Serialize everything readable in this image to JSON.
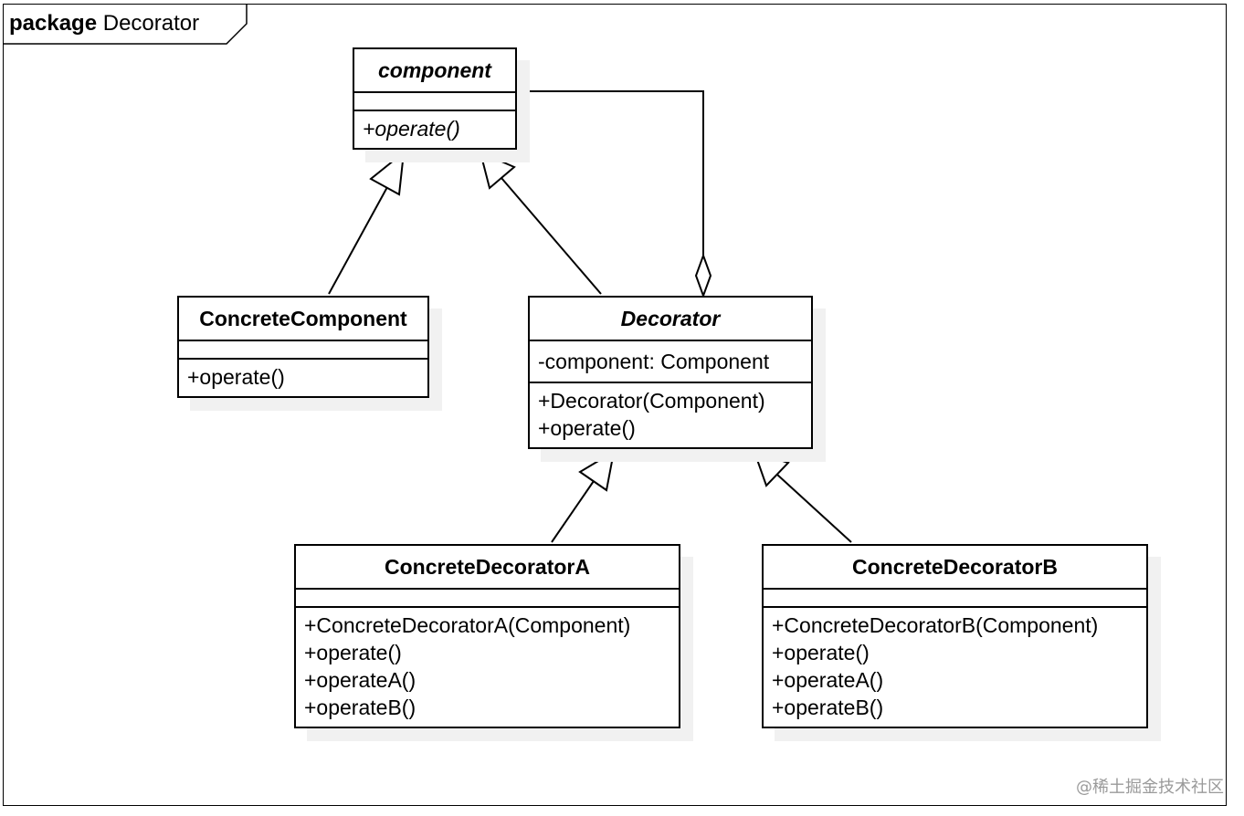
{
  "package": {
    "keyword": "package",
    "name": "Decorator"
  },
  "classes": {
    "component": {
      "name": "component",
      "abstract": true,
      "attributes": [],
      "operations": [
        "+operate()"
      ]
    },
    "concrete_component": {
      "name": "ConcreteComponent",
      "abstract": false,
      "attributes": [],
      "operations": [
        "+operate()"
      ]
    },
    "decorator": {
      "name": "Decorator",
      "abstract": true,
      "attributes": [
        "-component: Component"
      ],
      "operations": [
        "+Decorator(Component)",
        "+operate()"
      ]
    },
    "concrete_decorator_a": {
      "name": "ConcreteDecoratorA",
      "abstract": false,
      "attributes": [],
      "operations": [
        "+ConcreteDecoratorA(Component)",
        "+operate()",
        "+operateA()",
        "+operateB()"
      ]
    },
    "concrete_decorator_b": {
      "name": "ConcreteDecoratorB",
      "abstract": false,
      "attributes": [],
      "operations": [
        "+ConcreteDecoratorB(Component)",
        "+operate()",
        "+operateA()",
        "+operateB()"
      ]
    }
  },
  "relations": [
    {
      "type": "generalization",
      "from": "ConcreteComponent",
      "to": "component"
    },
    {
      "type": "generalization",
      "from": "Decorator",
      "to": "component"
    },
    {
      "type": "aggregation",
      "from": "Decorator",
      "to": "component"
    },
    {
      "type": "generalization",
      "from": "ConcreteDecoratorA",
      "to": "Decorator"
    },
    {
      "type": "generalization",
      "from": "ConcreteDecoratorB",
      "to": "Decorator"
    }
  ],
  "watermark": "@稀土掘金技术社区"
}
